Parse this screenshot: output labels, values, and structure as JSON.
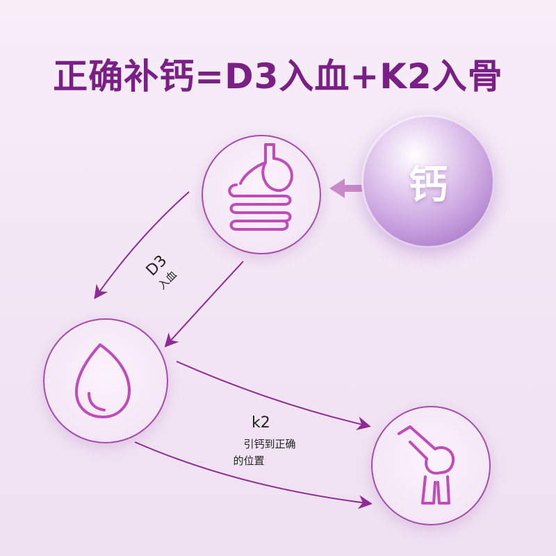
{
  "title": "正确补钙=D3入血+K2入骨",
  "calcium_label": "钙",
  "d3": {
    "label": "D3",
    "sub": "入血"
  },
  "k2": {
    "label": "k2",
    "sub_line1": "引钙到正确",
    "sub_line2": "的位置"
  },
  "icons": [
    "stomach-icon",
    "blood-drop-icon",
    "knee-bone-icon"
  ],
  "colors": {
    "title": "#7a1f86",
    "accent": "#8e2a94",
    "arrow_light": "#c98ac9"
  }
}
